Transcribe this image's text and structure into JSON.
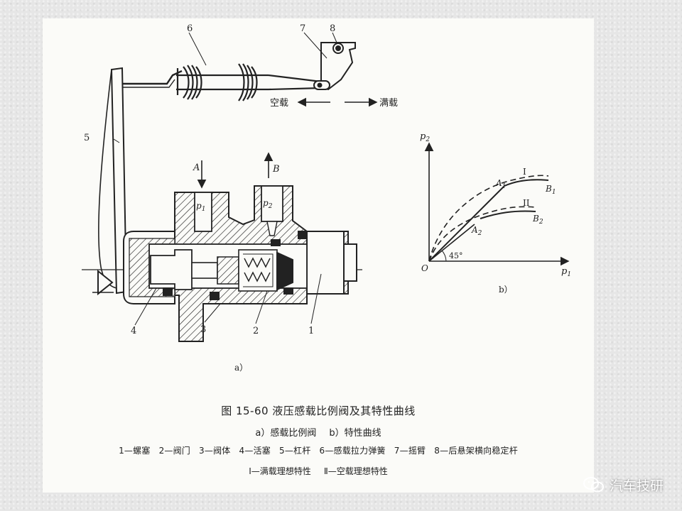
{
  "diagram_a": {
    "part_labels": [
      "1",
      "2",
      "3",
      "4",
      "5",
      "6",
      "7",
      "8"
    ],
    "port_a": "A",
    "port_b": "B",
    "pressure_1": "p",
    "pressure_1_sub": "1",
    "pressure_2": "p",
    "pressure_2_sub": "2",
    "empty_load": "空载",
    "full_load": "满载",
    "sublabel": "a）"
  },
  "diagram_b": {
    "y_axis": "p",
    "y_axis_sub": "2",
    "x_axis": "p",
    "x_axis_sub": "1",
    "origin": "O",
    "angle": "45°",
    "curve_1": "I",
    "curve_2": "II",
    "point_a1": "A",
    "point_a1_sub": "1",
    "point_b1": "B",
    "point_b1_sub": "1",
    "point_a2": "A",
    "point_a2_sub": "2",
    "point_b2": "B",
    "point_b2_sub": "2",
    "sublabel": "b）"
  },
  "caption": {
    "title": "图 15-60    液压感载比例阀及其特性曲线",
    "sub_a": "a）感载比例阀",
    "sub_b": "b）特性曲线",
    "legend": [
      "1—螺塞",
      "2—阀门",
      "3—阀体",
      "4—活塞",
      "5—杠杆",
      "6—感载拉力弹簧",
      "7—摇臂",
      "8—后悬架横向稳定杆"
    ],
    "curve_full": "Ⅰ—满载理想特性",
    "curve_empty": "Ⅱ—空载理想特性"
  },
  "watermark": {
    "text": "汽车技研",
    "icon": "wechat-icon"
  }
}
